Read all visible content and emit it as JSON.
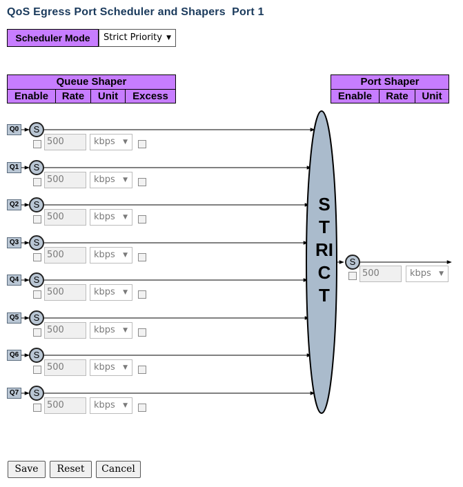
{
  "page": {
    "title": "QoS Egress Port Scheduler and Shapers  Port 1"
  },
  "scheduler": {
    "label": "Scheduler Mode",
    "value": "Strict Priority"
  },
  "queue_shaper": {
    "title": "Queue Shaper",
    "columns": [
      "Enable",
      "Rate",
      "Unit",
      "Excess"
    ]
  },
  "port_shaper": {
    "title": "Port Shaper",
    "columns": [
      "Enable",
      "Rate",
      "Unit"
    ],
    "rate": "500",
    "unit": "kbps",
    "scheduler_glyph": "S"
  },
  "strict_label": "STRICT",
  "queues": [
    {
      "label": "Q0",
      "glyph": "S",
      "rate": "500",
      "unit": "kbps"
    },
    {
      "label": "Q1",
      "glyph": "S",
      "rate": "500",
      "unit": "kbps"
    },
    {
      "label": "Q2",
      "glyph": "S",
      "rate": "500",
      "unit": "kbps"
    },
    {
      "label": "Q3",
      "glyph": "S",
      "rate": "500",
      "unit": "kbps"
    },
    {
      "label": "Q4",
      "glyph": "S",
      "rate": "500",
      "unit": "kbps"
    },
    {
      "label": "Q5",
      "glyph": "S",
      "rate": "500",
      "unit": "kbps"
    },
    {
      "label": "Q6",
      "glyph": "S",
      "rate": "500",
      "unit": "kbps"
    },
    {
      "label": "Q7",
      "glyph": "S",
      "rate": "500",
      "unit": "kbps"
    }
  ],
  "buttons": {
    "save": "Save",
    "reset": "Reset",
    "cancel": "Cancel"
  }
}
